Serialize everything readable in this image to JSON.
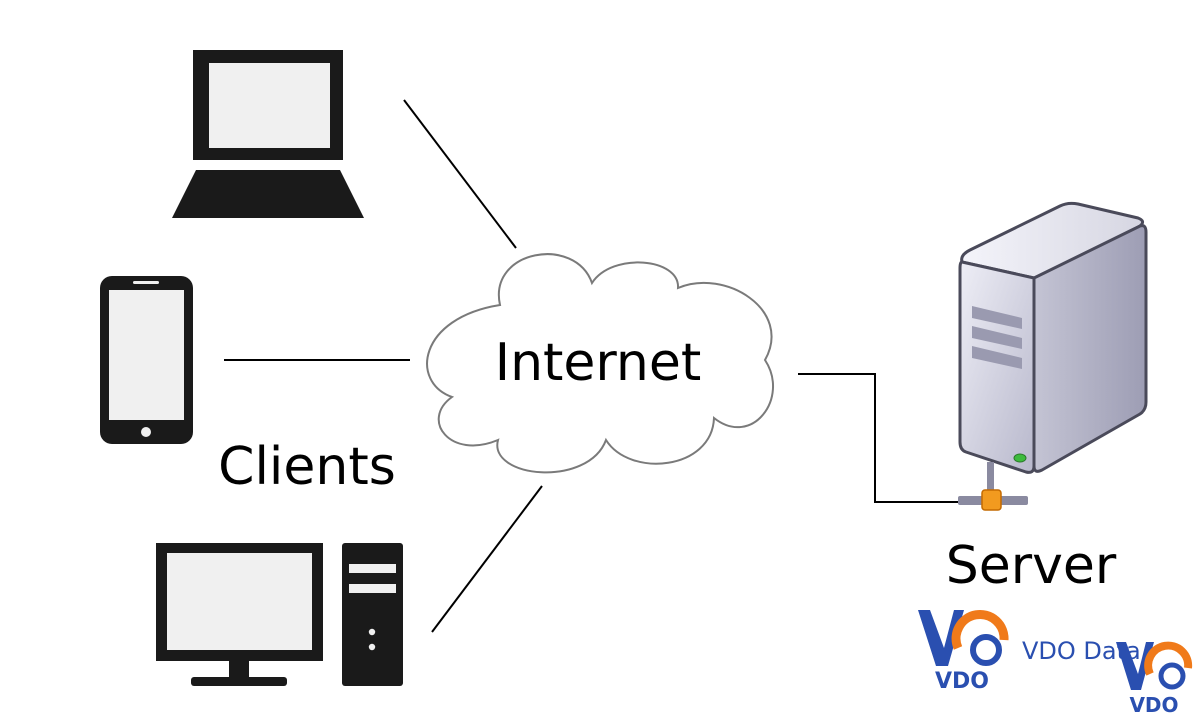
{
  "labels": {
    "internet": "Internet",
    "clients": "Clients",
    "server": "Server"
  },
  "watermark": {
    "logo_text": "VDO",
    "brand_text": "VDO Data"
  },
  "colors": {
    "device_fill": "#1a1a1a",
    "screen_fill": "#f0f0f0",
    "cloud_stroke": "#7a7a7a",
    "server_body": "#d8d8e4",
    "connector_orange": "#f29a1f",
    "led_green": "#3dbb3d",
    "logo_blue": "#2a4fb0",
    "logo_orange": "#f07a1a"
  },
  "icons": [
    "laptop-icon",
    "smartphone-icon",
    "desktop-computer-icon",
    "cloud-icon",
    "server-icon",
    "network-connector-icon",
    "vdo-logo-icon"
  ]
}
